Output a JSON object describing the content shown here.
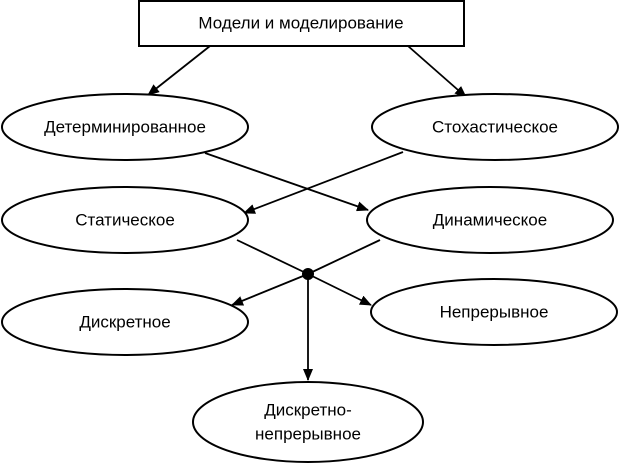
{
  "diagram": {
    "root": {
      "label": "Модели и моделирование"
    },
    "nodes": {
      "deterministic": {
        "label": "Детерминированное"
      },
      "stochastic": {
        "label": "Стохастическое"
      },
      "static": {
        "label": "Статическое"
      },
      "dynamic": {
        "label": "Динамическое"
      },
      "discrete": {
        "label": "Дискретное"
      },
      "continuous": {
        "label": "Непрерывное"
      },
      "discrete_continuous": {
        "line1": "Дискретно-",
        "line2": "непрерывное"
      }
    }
  }
}
